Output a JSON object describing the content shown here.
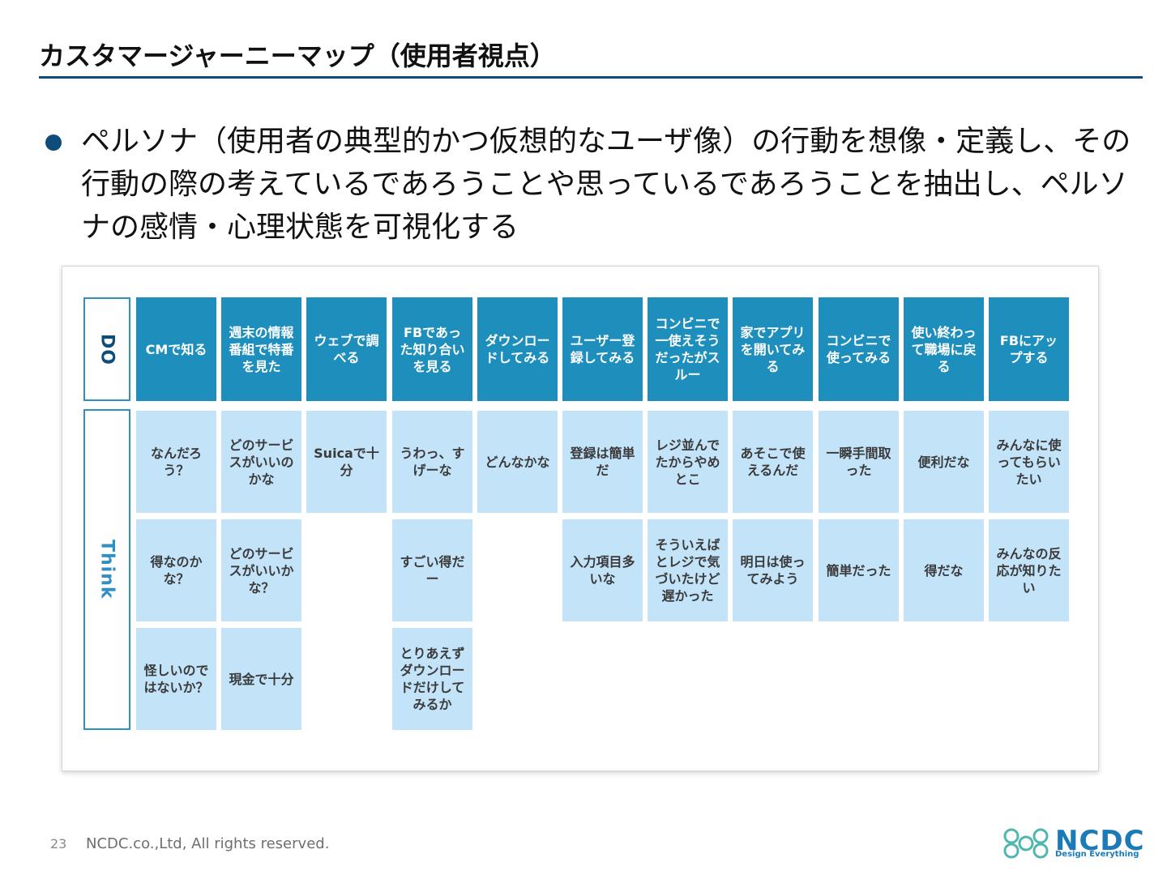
{
  "title": "カスタマージャーニーマップ（使用者視点）",
  "bullet": "ペルソナ（使用者の典型的かつ仮想的なユーザ像）の行動を想像・定義し、その行動の際の考えているであろうことや思っているであろうことを抽出し、ペルソナの感情・心理状態を可視化する",
  "rows": {
    "do_label": "DO",
    "think_label": "Think"
  },
  "steps": [
    {
      "do": "CMで知る",
      "think": [
        "なんだろう？",
        "得なのかな？",
        "怪しいのではないか？"
      ]
    },
    {
      "do": "週末の情報番組で特番を見た",
      "think": [
        "どのサービスがいいのかな",
        "どのサービスがいいかな？",
        "現金で十分"
      ]
    },
    {
      "do": "ウェブで調べる",
      "think": [
        "Suicaで十分"
      ]
    },
    {
      "do": "FBであった知り合いを見る",
      "think": [
        "うわっ、すげーな",
        "すごい得だー",
        "とりあえずダウンロードだけしてみるか"
      ]
    },
    {
      "do": "ダウンロードしてみる",
      "think": [
        "どんなかな"
      ]
    },
    {
      "do": "ユーザー登録してみる",
      "think": [
        "登録は簡単だ",
        "入力項目多いな"
      ]
    },
    {
      "do": "コンビニで一使えそうだったがスルー",
      "think": [
        "レジ並んでたからやめとこ",
        "そういえばとレジで気づいたけど遅かった"
      ]
    },
    {
      "do": "家でアプリを開いてみる",
      "think": [
        "あそこで使えるんだ",
        "明日は使ってみよう"
      ]
    },
    {
      "do": "コンビニで使ってみる",
      "think": [
        "一瞬手間取った",
        "簡単だった"
      ]
    },
    {
      "do": "使い終わって職場に戻る",
      "think": [
        "便利だな",
        "得だな"
      ]
    },
    {
      "do": "FBにアップする",
      "think": [
        "みんなに使ってもらいたい",
        "みんなの反応が知りたい"
      ]
    }
  ],
  "footer": {
    "page_number": "23",
    "copyright": "NCDC.co.,Ltd, All rights reserved."
  },
  "logo": {
    "name": "NCDC",
    "tagline": "Design Everything",
    "icon": "molecule-logo-icon"
  },
  "colors": {
    "accent": "#0e4d7a",
    "do_cell": "#1e8fbd",
    "think_cell": "#c3e3f8",
    "think_label": "#2f8ec2"
  }
}
